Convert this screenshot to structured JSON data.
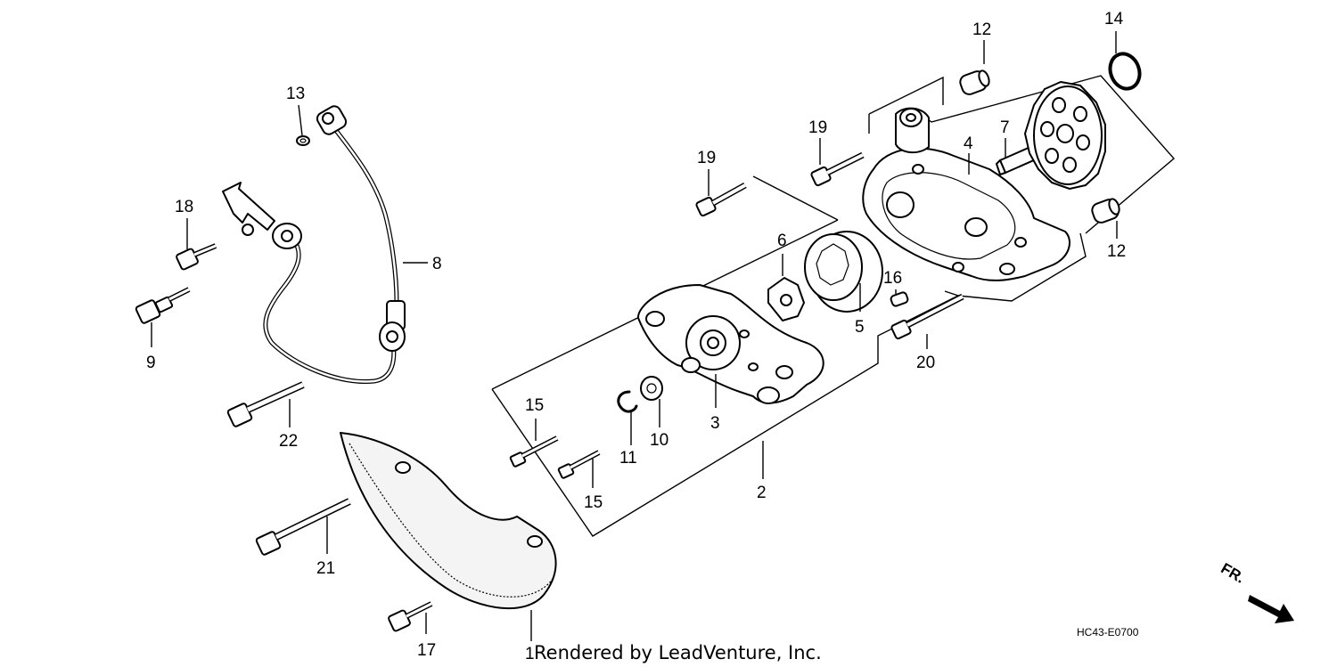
{
  "diagram": {
    "callouts": {
      "c1": "1",
      "c2": "2",
      "c3": "3",
      "c4": "4",
      "c5": "5",
      "c6": "6",
      "c7": "7",
      "c8": "8",
      "c9": "9",
      "c10": "10",
      "c11": "11",
      "c12a": "12",
      "c12b": "12",
      "c13": "13",
      "c14": "14",
      "c15a": "15",
      "c15b": "15",
      "c16": "16",
      "c17": "17",
      "c18": "18",
      "c19a": "19",
      "c19b": "19",
      "c20": "20",
      "c21": "21",
      "c22": "22"
    },
    "direction_label": "FR.",
    "diagram_code": "HC43-E0700",
    "credit": "Rendered by LeadVenture, Inc."
  }
}
